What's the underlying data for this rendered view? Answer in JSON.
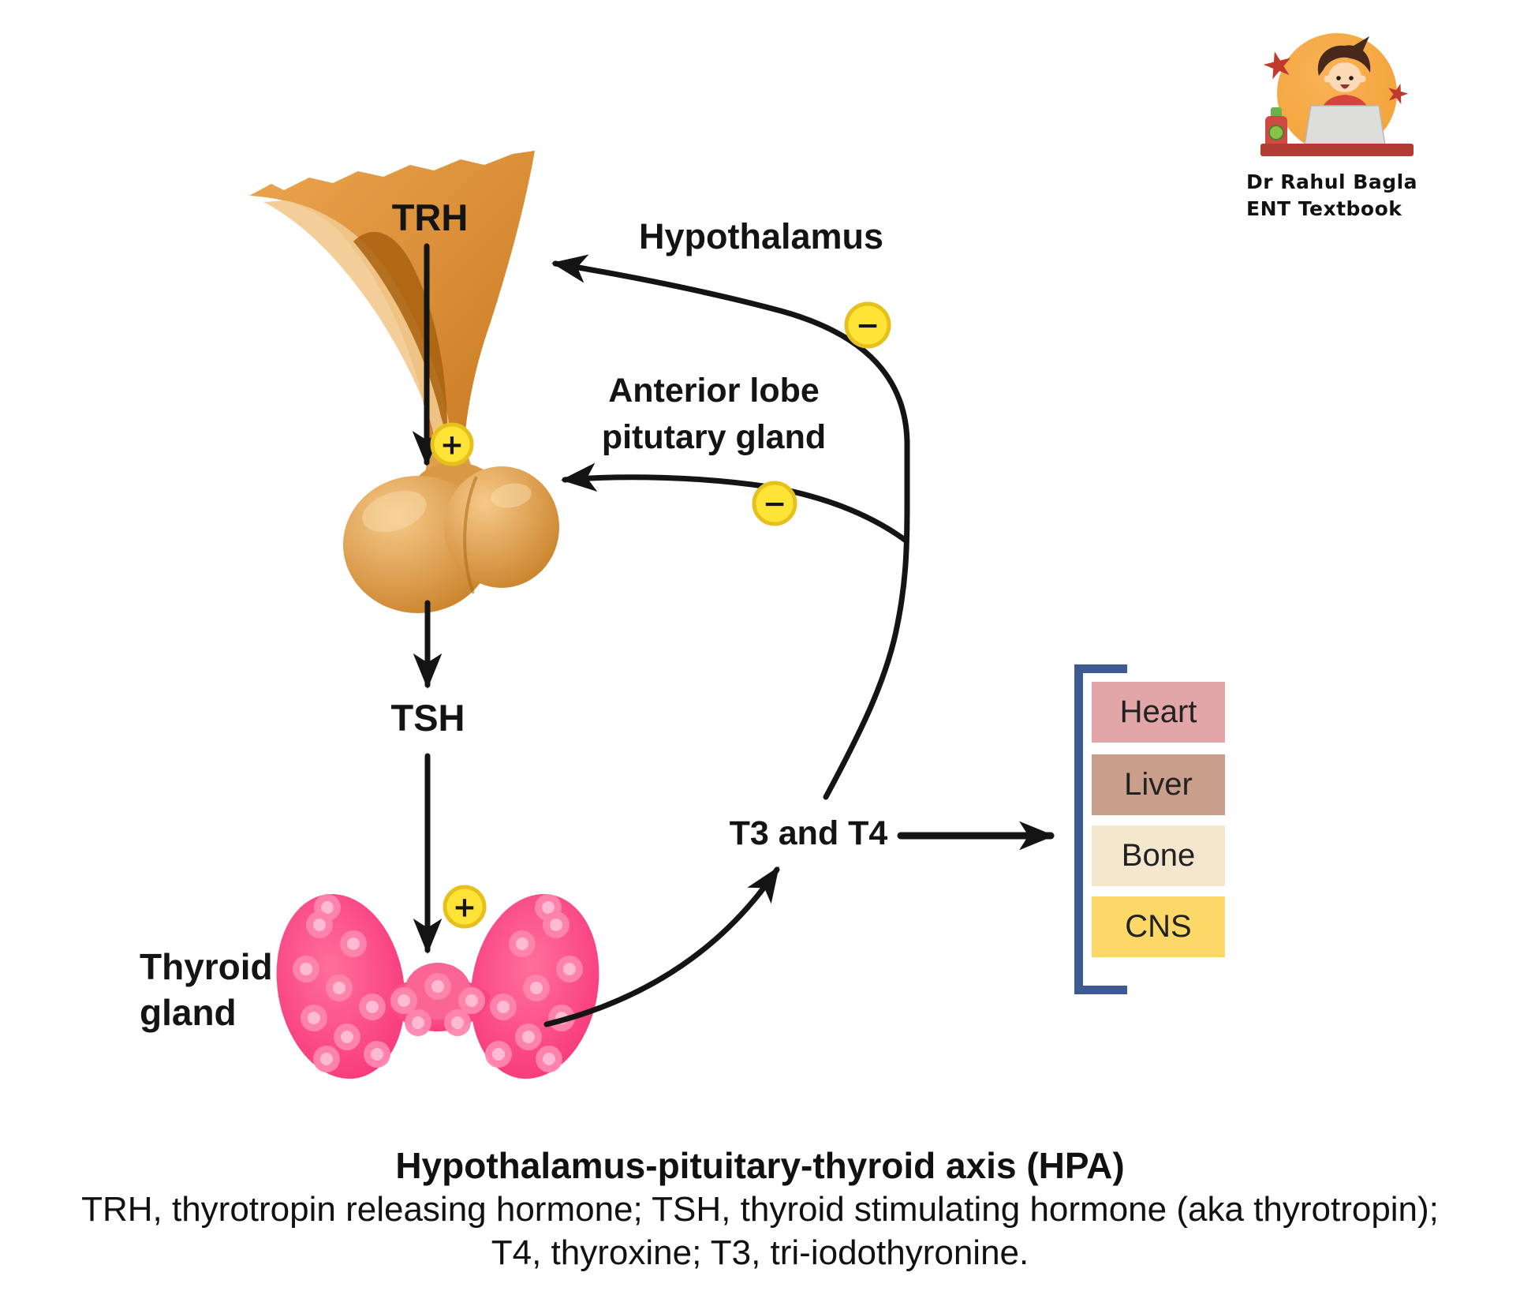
{
  "logo": {
    "line1": "Dr Rahul Bagla",
    "line2": "ENT Textbook",
    "icons": {
      "star": "★"
    },
    "colors": {
      "circle": "#f6a83e",
      "star": "#c1392b",
      "desk": "#b23b33",
      "shirt": "#d6453d",
      "hair": "#47281a",
      "skin": "#fdd9b5",
      "laptop": "#dddddb",
      "bottle": "#cf4a42",
      "bottle_green": "#6ab04c"
    }
  },
  "diagram": {
    "labels": {
      "trh": "TRH",
      "hypothalamus": "Hypothalamus",
      "anterior_line1": "Anterior lobe",
      "anterior_line2": "pitutary gland",
      "tsh": "TSH",
      "thyroid_line1": "Thyroid",
      "thyroid_line2": "gland",
      "t3t4": "T3 and T4"
    },
    "signs": {
      "plus": "+",
      "minus": "−"
    },
    "organs": [
      {
        "label": "Heart",
        "color": "#e2a6a8"
      },
      {
        "label": "Liver",
        "color": "#c99e8b"
      },
      {
        "label": "Bone",
        "color": "#f5e7cd"
      },
      {
        "label": "CNS",
        "color": "#fbd868"
      }
    ],
    "colors": {
      "arrow": "#141414",
      "sign_fill": "#ffe437",
      "sign_stroke": "#e6c11d",
      "sign_symbol": "#151515",
      "bracket": "#3d5a92",
      "thyroid_main": "#f5286e",
      "thyroid_spot": "#ff86ae",
      "gland_brown": "#d78a33"
    }
  },
  "caption": {
    "title": "Hypothalamus-pituitary-thyroid axis (HPA)",
    "line1": "TRH, thyrotropin releasing hormone; TSH, thyroid stimulating hormone (aka thyrotropin);",
    "line2": "T4, thyroxine; T3, tri-iodothyronine."
  }
}
